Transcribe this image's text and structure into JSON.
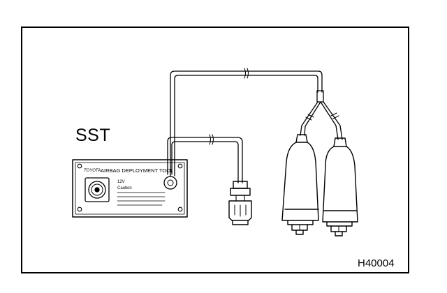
{
  "illustration": {
    "sst_label": "SST",
    "figure_code": "H40004",
    "panel_title": "AIRBAG DEPLOYMENT TOOL",
    "panel_prefix": "TOYOTA",
    "panel_line1": "12V",
    "panel_line2": "Caution"
  },
  "colors": {
    "ink": "#000000",
    "background": "#ffffff"
  }
}
